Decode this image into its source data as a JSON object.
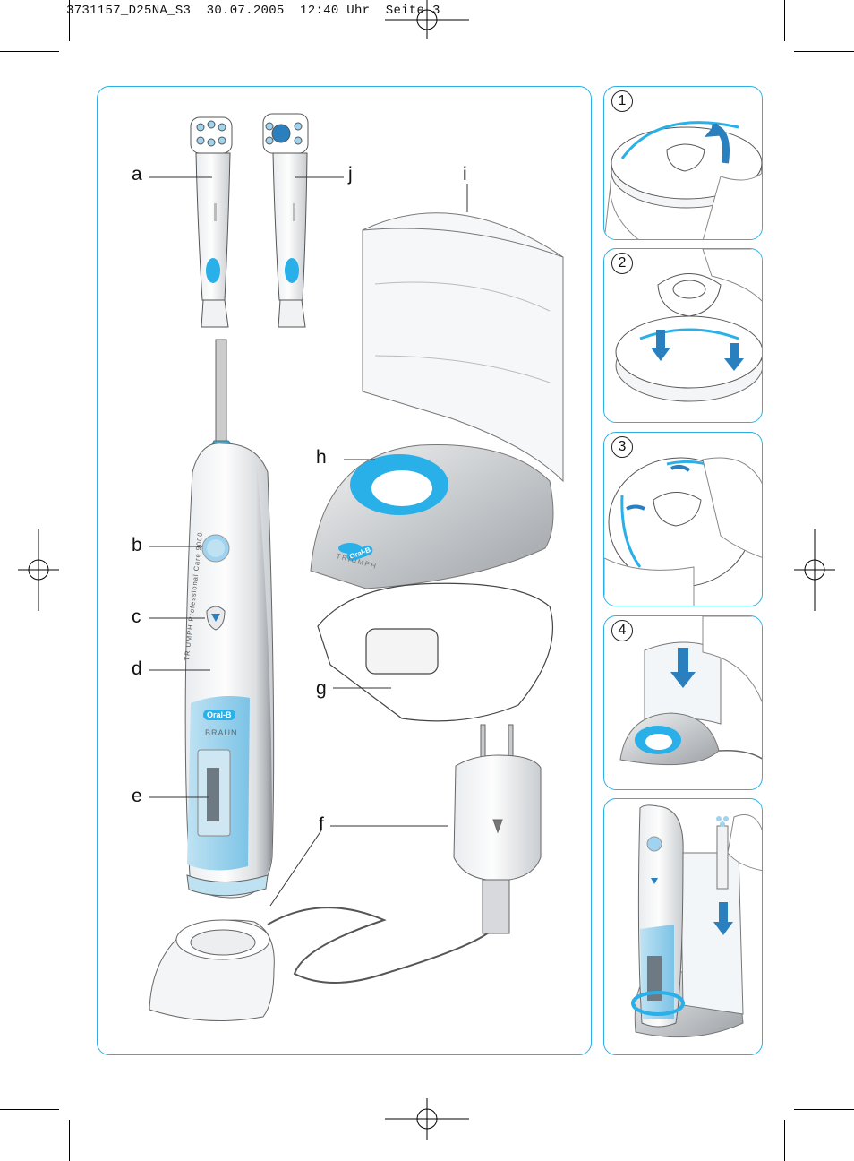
{
  "header": {
    "text": "3731157_D25NA_S3  30.07.2005  12:40 Uhr  Seite 3"
  },
  "labels": {
    "a": "a",
    "b": "b",
    "c": "c",
    "d": "d",
    "e": "e",
    "f": "f",
    "g": "g",
    "h": "h",
    "i": "i",
    "j": "j"
  },
  "brand": {
    "logo": "Oral-B",
    "maker": "BRAUN",
    "product": "TRIUMPH",
    "handle_text": "TRIUMPH Professional Care 9000"
  },
  "steps": [
    "1",
    "2",
    "3",
    "4"
  ],
  "colors": {
    "accent": "#2ab0e8",
    "line": "#333333",
    "silver": "#a9adb2"
  }
}
